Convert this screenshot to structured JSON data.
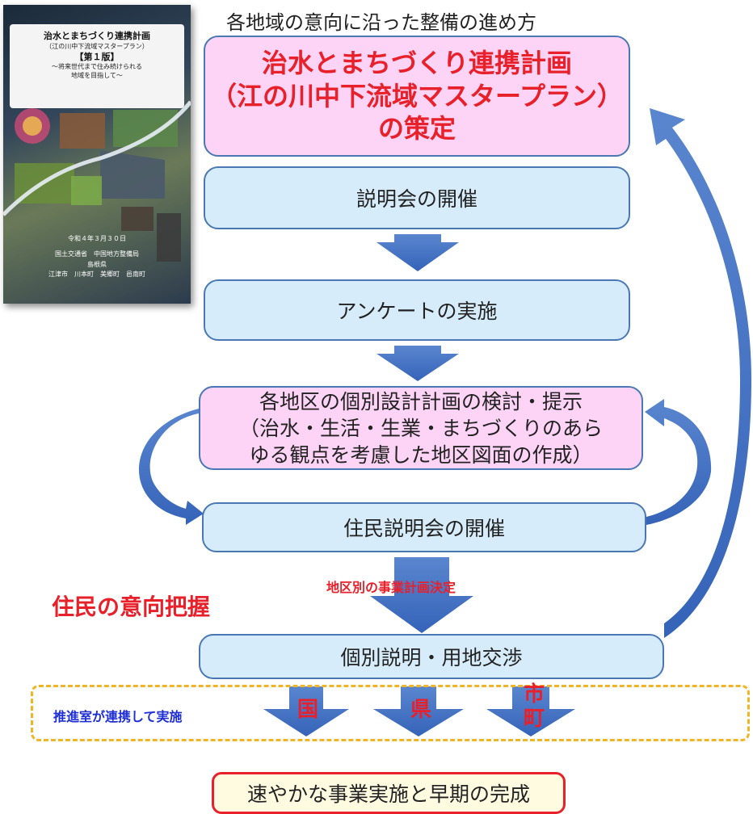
{
  "header": {
    "title": "各地域の意向に沿った整備の進め方"
  },
  "cover": {
    "title": "治水とまちづくり連携計画",
    "subtitle": "（江の川中下流域マスタープラン）",
    "edition": "【第１版】",
    "tagline1": "〜将来世代まで住み続けられる",
    "tagline2": "地域を目指して〜",
    "date": "令和４年３月３０日",
    "org1": "国土交通省　中国地方整備局",
    "org2": "島根県",
    "org3": "江津市　川本町　美郷町　邑南町"
  },
  "flow": {
    "plan_line1": "治水とまちづくり連携計画",
    "plan_line2": "（江の川中下流域マスタープラン）",
    "plan_line3": "の策定",
    "step_briefing": "説明会の開催",
    "step_survey": "アンケートの実施",
    "step_design_line1": "各地区の個別設計計画の検討・提示",
    "step_design_line2": "（治水・生活・生業・まちづくりのあら",
    "step_design_line3": "ゆる観点を考慮した地区図面の作成）",
    "step_resident_meeting": "住民説明会の開催",
    "decision_label": "地区別の事業計画決定",
    "step_negotiation": "個別説明・用地交渉",
    "resident_intent_label": "住民の意向把握",
    "collab_label": "推進室が連携して実施",
    "actor_country": "国",
    "actor_prefecture": "県",
    "actor_city_1": "市",
    "actor_city_2": "町",
    "final": "速やかな事業実施と早期の完成"
  },
  "colors": {
    "accent_red": "#e8202a",
    "arrow_blue": "#4472c4",
    "box_blue": "#d7ecfa",
    "box_pink": "#fdd3f6",
    "dashed_yellow": "#f0b526",
    "label_blue": "#1f2fd6"
  }
}
